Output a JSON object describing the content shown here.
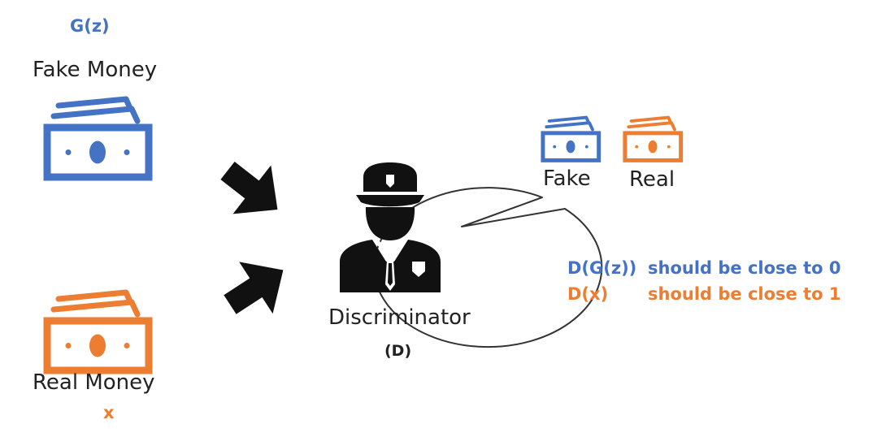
{
  "generator_output_label": "G(z)",
  "fake_money_label": "Fake Money",
  "real_money_label": "Real Money",
  "real_input_label": "x",
  "discriminator": {
    "name": "Discriminator",
    "symbol": "(D)"
  },
  "speech_bubble": {
    "fake_label": "Fake",
    "real_label": "Real"
  },
  "rules": [
    {
      "expr": "D(G(z))",
      "text": "should be close to 0",
      "color": "#4472C4"
    },
    {
      "expr": "D(x)",
      "text": "should be close to 1",
      "color": "#ED7D31"
    }
  ],
  "colors": {
    "fake": "#4472C4",
    "real": "#ED7D31",
    "ink": "#111111"
  },
  "icons": [
    "money-icon",
    "arrow-icon",
    "police-officer-icon",
    "speech-bubble"
  ]
}
